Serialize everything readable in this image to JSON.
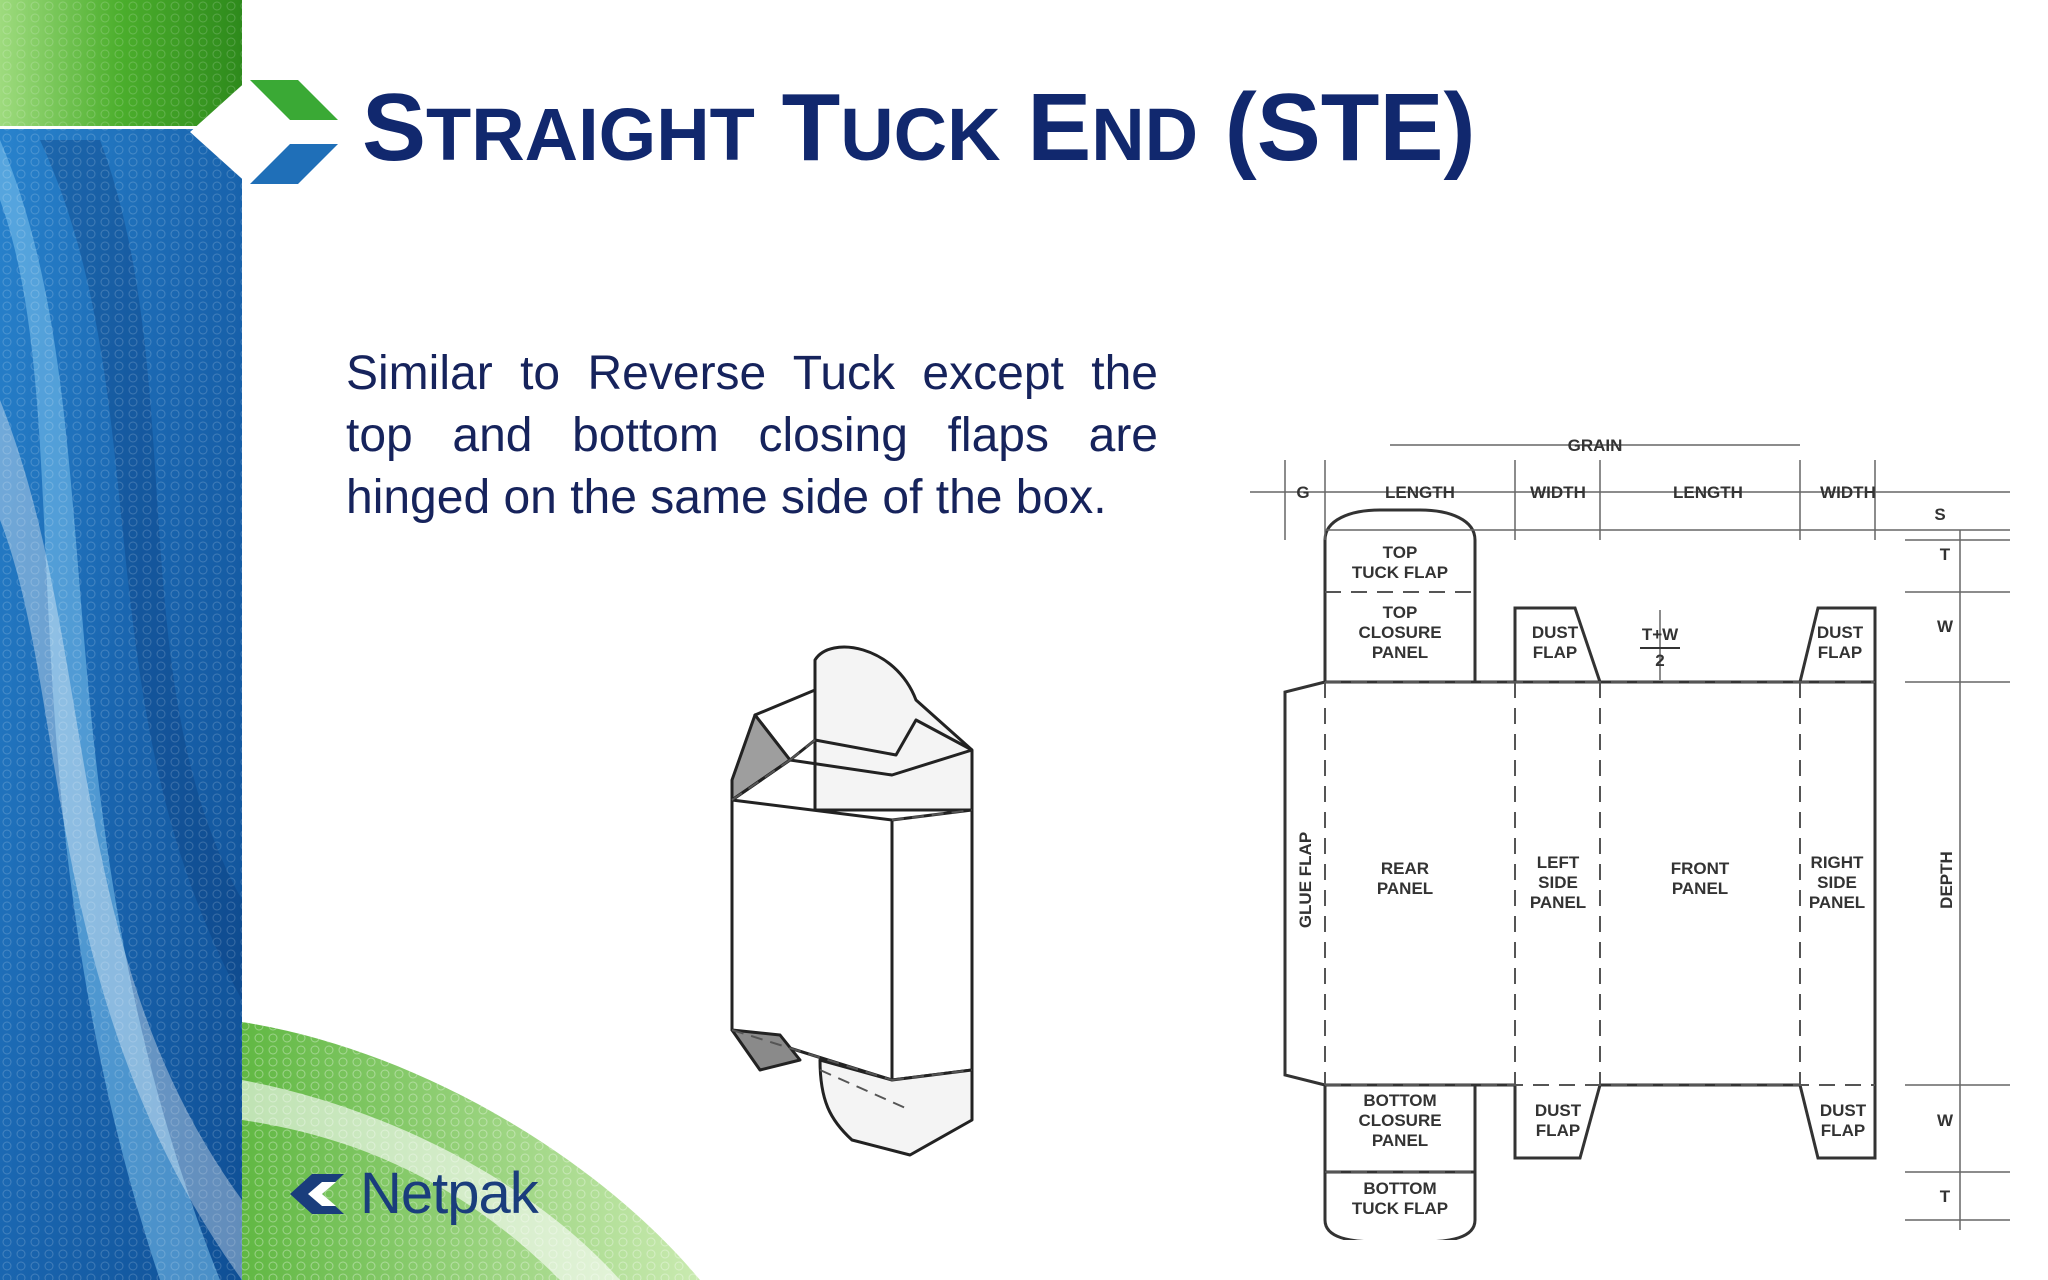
{
  "slide": {
    "title_first_letters": [
      "S",
      "T",
      "E"
    ],
    "title_rest": [
      "TRAIGHT",
      "UCK",
      "ND"
    ],
    "title_suffix": "(STE)",
    "body": "Similar to Reverse Tuck except the top and bottom closing flaps are hinged on the same side of the box."
  },
  "logo": {
    "brand": "Netpak",
    "icon": "netpak-chevron-icon"
  },
  "colors": {
    "title": "#11286e",
    "blue": "#1f6fb8",
    "green": "#5cbf3a",
    "text": "#16235c"
  },
  "diagram": {
    "grain": "GRAIN",
    "dims_top": {
      "g": "G",
      "length1": "LENGTH",
      "width1": "WIDTH",
      "length2": "LENGTH",
      "width2": "WIDTH"
    },
    "dims_right": {
      "s": "S",
      "t_top": "T",
      "w_top": "W",
      "depth": "DEPTH",
      "w_bottom": "W",
      "t_bottom": "T"
    },
    "formula_top": "T+W",
    "formula_bottom": "2",
    "panels": {
      "top_tuck": [
        "TOP",
        "TUCK FLAP"
      ],
      "top_closure": [
        "TOP",
        "CLOSURE",
        "PANEL"
      ],
      "dust_tl": [
        "DUST",
        "FLAP"
      ],
      "dust_tr": [
        "DUST",
        "FLAP"
      ],
      "glue": "GLUE FLAP",
      "rear": [
        "REAR",
        "PANEL"
      ],
      "left_side": [
        "LEFT",
        "SIDE",
        "PANEL"
      ],
      "front": [
        "FRONT",
        "PANEL"
      ],
      "right_side": [
        "RIGHT",
        "SIDE",
        "PANEL"
      ],
      "bottom_closure": [
        "BOTTOM",
        "CLOSURE",
        "PANEL"
      ],
      "dust_bl": [
        "DUST",
        "FLAP"
      ],
      "dust_br": [
        "DUST",
        "FLAP"
      ],
      "bottom_tuck": [
        "BOTTOM",
        "TUCK FLAP"
      ]
    }
  }
}
